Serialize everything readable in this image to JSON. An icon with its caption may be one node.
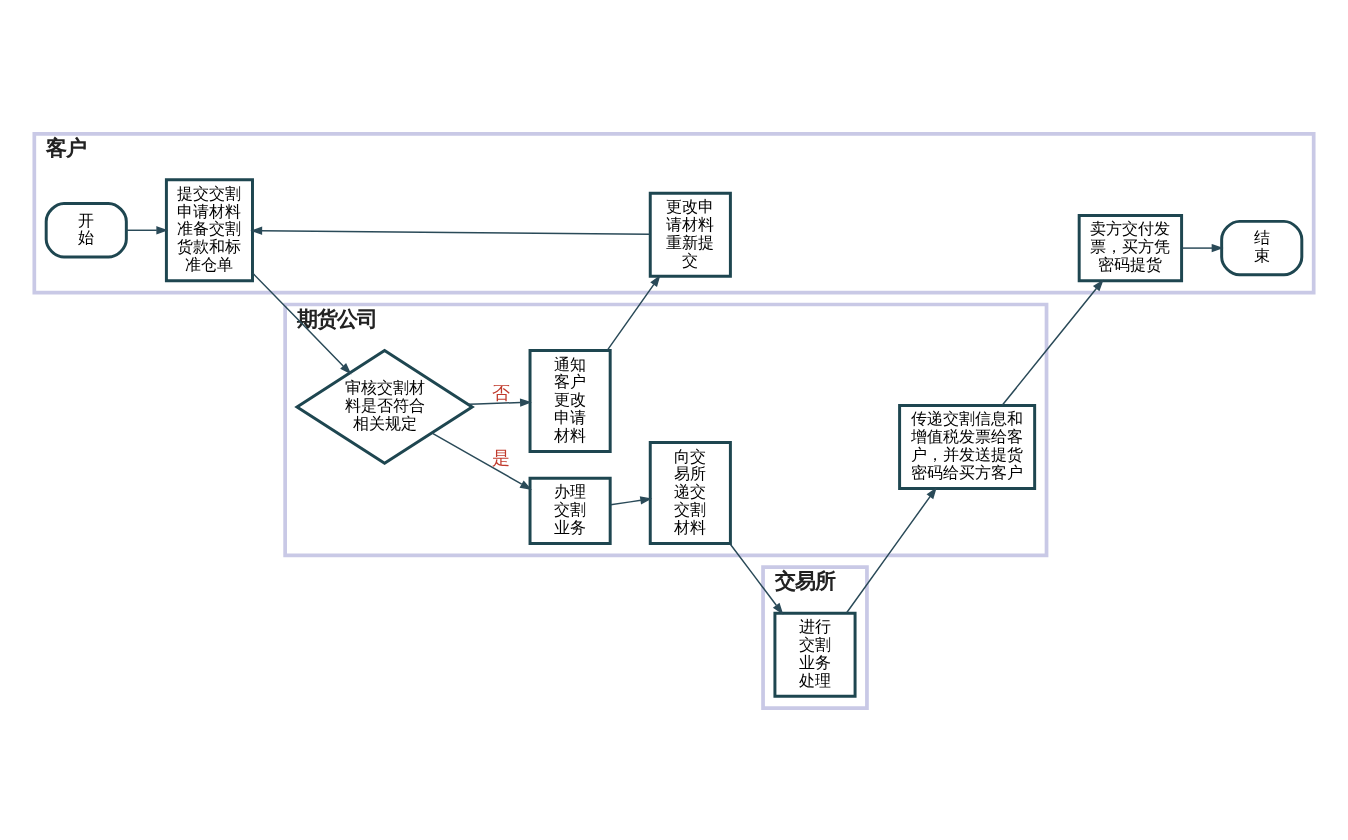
{
  "diagram": {
    "nodes": [
      {
        "text": [
          "客户"
        ]
      },
      {
        "text": [
          "开始"
        ],
        "in": 0
      },
      {
        "text": [
          "提交交割申请材料准备交割货款和标准仓单"
        ],
        "in": 0
      },
      {
        "text": [
          "更改申请材料重新提交"
        ],
        "in": 0
      },
      {
        "text": [
          "卖方交付发票，买方凭密码提货"
        ],
        "in": 0
      },
      {
        "text": [
          "结束"
        ],
        "in": 0
      },
      {
        "text": [
          "期货公司"
        ]
      },
      {
        "text": [
          "审核交割材料是否符合相关规定"
        ],
        "in": 6
      },
      {
        "text": [
          "通知客户更改申请材料"
        ],
        "in": 6
      },
      {
        "text": [
          "办理交割业务"
        ],
        "in": 6
      },
      {
        "text": [
          "向交易所递交交割材料"
        ],
        "in": 6
      },
      {
        "text": [
          "传递交割信息和增值税发票给客户，并发送提货密码给买方客户"
        ],
        "in": 6
      },
      {
        "text": [
          "交易所"
        ]
      },
      {
        "text": [
          "进行交割业务处理"
        ],
        "in": 12
      }
    ],
    "edges": [
      {
        "from": 1,
        "to": 2,
        "arrow": "to"
      },
      {
        "from": 2,
        "to": 7,
        "arrow": "to"
      },
      {
        "from": 7,
        "to": 8,
        "arrow": "to",
        "label": "否"
      },
      {
        "from": 8,
        "to": 3,
        "arrow": "to"
      },
      {
        "from": 3,
        "to": 2,
        "arrow": "to"
      },
      {
        "from": 7,
        "to": 9,
        "arrow": "to",
        "label": "是"
      },
      {
        "from": 9,
        "to": 10,
        "arrow": "to"
      },
      {
        "from": 10,
        "to": 13,
        "arrow": "to"
      },
      {
        "from": 13,
        "to": 11,
        "arrow": "to"
      },
      {
        "from": 11,
        "to": 4,
        "arrow": "to"
      },
      {
        "from": 4,
        "to": 5,
        "arrow": "to"
      }
    ]
  }
}
